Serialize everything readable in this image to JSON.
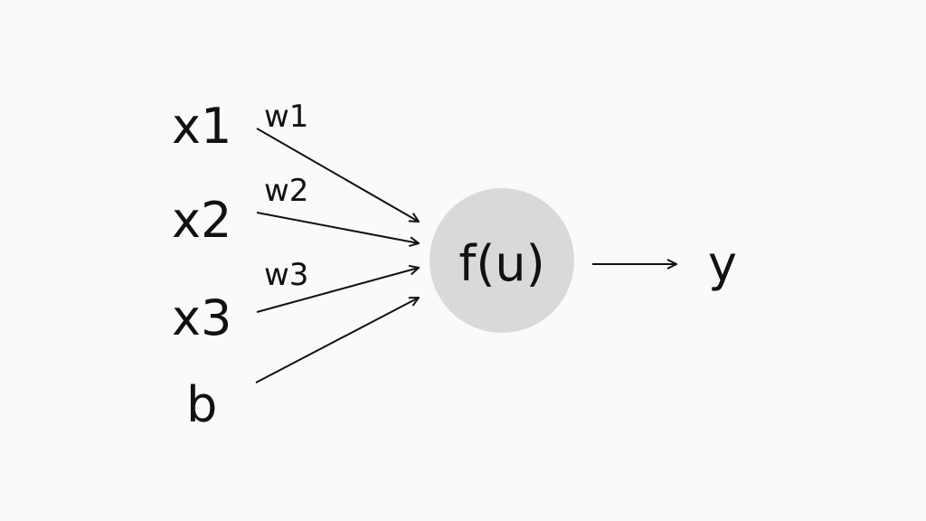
{
  "diagram": {
    "title": "",
    "background": "#fafafa",
    "node_fill": "#d9d9d9",
    "inputs": [
      {
        "id": "x1",
        "label": "x1",
        "weight": "w1"
      },
      {
        "id": "x2",
        "label": "x2",
        "weight": "w2"
      },
      {
        "id": "x3",
        "label": "x3",
        "weight": "w3"
      },
      {
        "id": "b",
        "label": "b",
        "weight": ""
      }
    ],
    "neuron": {
      "label": "f(u)"
    },
    "output": {
      "label": "y"
    },
    "edges": [
      {
        "from": "x1",
        "to": "neuron",
        "label": "w1"
      },
      {
        "from": "x2",
        "to": "neuron",
        "label": "w2"
      },
      {
        "from": "x3",
        "to": "neuron",
        "label": "w3"
      },
      {
        "from": "b",
        "to": "neuron",
        "label": ""
      },
      {
        "from": "neuron",
        "to": "y",
        "label": ""
      }
    ]
  }
}
